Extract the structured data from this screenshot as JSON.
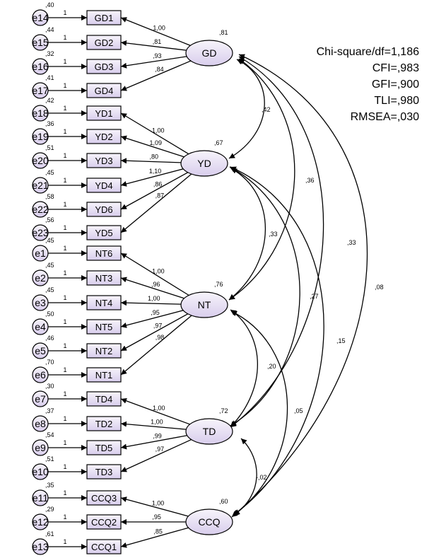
{
  "errors": [
    {
      "label": "e14",
      "variance": ",40"
    },
    {
      "label": "e15",
      "variance": ",44"
    },
    {
      "label": "e16",
      "variance": ",32"
    },
    {
      "label": "e17",
      "variance": ",41"
    },
    {
      "label": "e18",
      "variance": ",42"
    },
    {
      "label": "e19",
      "variance": ",36"
    },
    {
      "label": "e20",
      "variance": ",51"
    },
    {
      "label": "e21",
      "variance": ",45"
    },
    {
      "label": "e22",
      "variance": ",58"
    },
    {
      "label": "e23",
      "variance": ",56"
    },
    {
      "label": "e1",
      "variance": ",45"
    },
    {
      "label": "e2",
      "variance": ",45"
    },
    {
      "label": "e3",
      "variance": ",45"
    },
    {
      "label": "e4",
      "variance": ",50"
    },
    {
      "label": "e5",
      "variance": ",46"
    },
    {
      "label": "e6",
      "variance": ",70"
    },
    {
      "label": "e7",
      "variance": ",30"
    },
    {
      "label": "e8",
      "variance": ",37"
    },
    {
      "label": "e9",
      "variance": ",54"
    },
    {
      "label": "e10",
      "variance": ",51"
    },
    {
      "label": "e11",
      "variance": ",35"
    },
    {
      "label": "e12",
      "variance": ",29"
    },
    {
      "label": "e13",
      "variance": ",61"
    }
  ],
  "error_path_label": "1",
  "indicators": [
    "GD1",
    "GD2",
    "GD3",
    "GD4",
    "YD1",
    "YD2",
    "YD3",
    "YD4",
    "YD6",
    "YD5",
    "NT6",
    "NT3",
    "NT4",
    "NT5",
    "NT2",
    "NT1",
    "TD4",
    "TD2",
    "TD5",
    "TD3",
    "CCQ3",
    "CCQ2",
    "CCQ1"
  ],
  "factors": [
    {
      "label": "GD",
      "r2": ",81"
    },
    {
      "label": "YD",
      "r2": ",67"
    },
    {
      "label": "NT",
      "r2": ",76"
    },
    {
      "label": "TD",
      "r2": ",72"
    },
    {
      "label": "CCQ",
      "r2": ",60"
    }
  ],
  "loadings": [
    [
      "1,00",
      ",81",
      ",93",
      ",84"
    ],
    [
      "1,00",
      "1,09",
      ",80",
      "1,10",
      ",86",
      ",87"
    ],
    [
      "1,00",
      ",96",
      "1,00",
      ",95",
      ",97",
      ",98"
    ],
    [
      "1,00",
      "1,00",
      ",99",
      ",97"
    ],
    [
      "1,00",
      ",95",
      ",85"
    ]
  ],
  "covariances": [
    {
      "from": "GD",
      "to": "YD",
      "value": ",42"
    },
    {
      "from": "GD",
      "to": "NT",
      "value": ",36"
    },
    {
      "from": "GD",
      "to": "TD",
      "value": ",33"
    },
    {
      "from": "GD",
      "to": "CCQ",
      "value": ",08"
    },
    {
      "from": "YD",
      "to": "NT",
      "value": ",33"
    },
    {
      "from": "YD",
      "to": "TD",
      "value": ",27"
    },
    {
      "from": "YD",
      "to": "CCQ",
      "value": ",15"
    },
    {
      "from": "NT",
      "to": "TD",
      "value": ",20"
    },
    {
      "from": "NT",
      "to": "CCQ",
      "value": ",05"
    },
    {
      "from": "TD",
      "to": "CCQ",
      "value": "-,02"
    }
  ],
  "fit": {
    "chi": "Chi-square/df=1,186",
    "cfi": "CFI=,983",
    "gfi": "GFI=,900",
    "tli": "TLI=,980",
    "rmsea": "RMSEA=,030"
  },
  "colors": {
    "fill_top": "#f7f4fb",
    "fill_bottom": "#d8cdec",
    "stroke": "#000000"
  }
}
